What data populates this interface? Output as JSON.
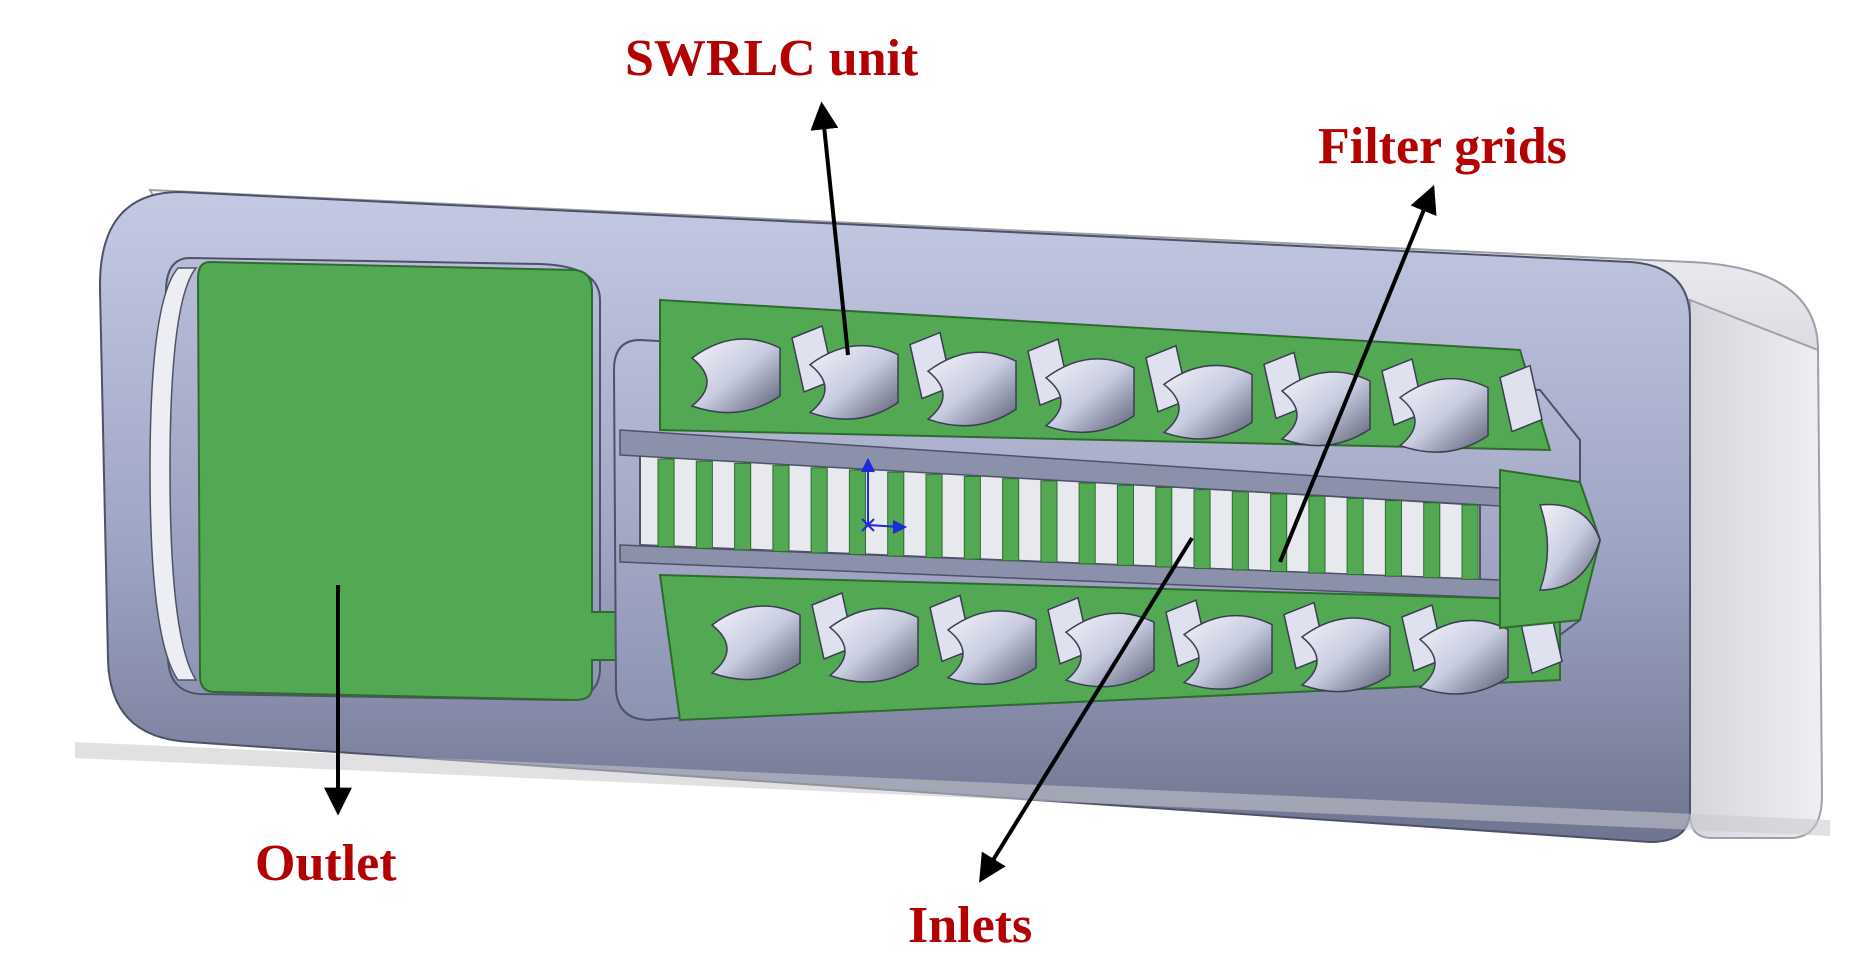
{
  "labels": {
    "swrlc_unit": "SWRLC unit",
    "filter_grids": "Filter grids",
    "outlet": "Outlet",
    "inlets": "Inlets"
  },
  "colors": {
    "label": "#b30000",
    "housing": "#a9b0cf",
    "housing_dark": "#6a6f8a",
    "green_fill": "#53a853",
    "arrow": "#000000",
    "axis_marker": "#1f2bd8"
  },
  "counts": {
    "cells_per_row": 7,
    "filter_bars": 22
  }
}
